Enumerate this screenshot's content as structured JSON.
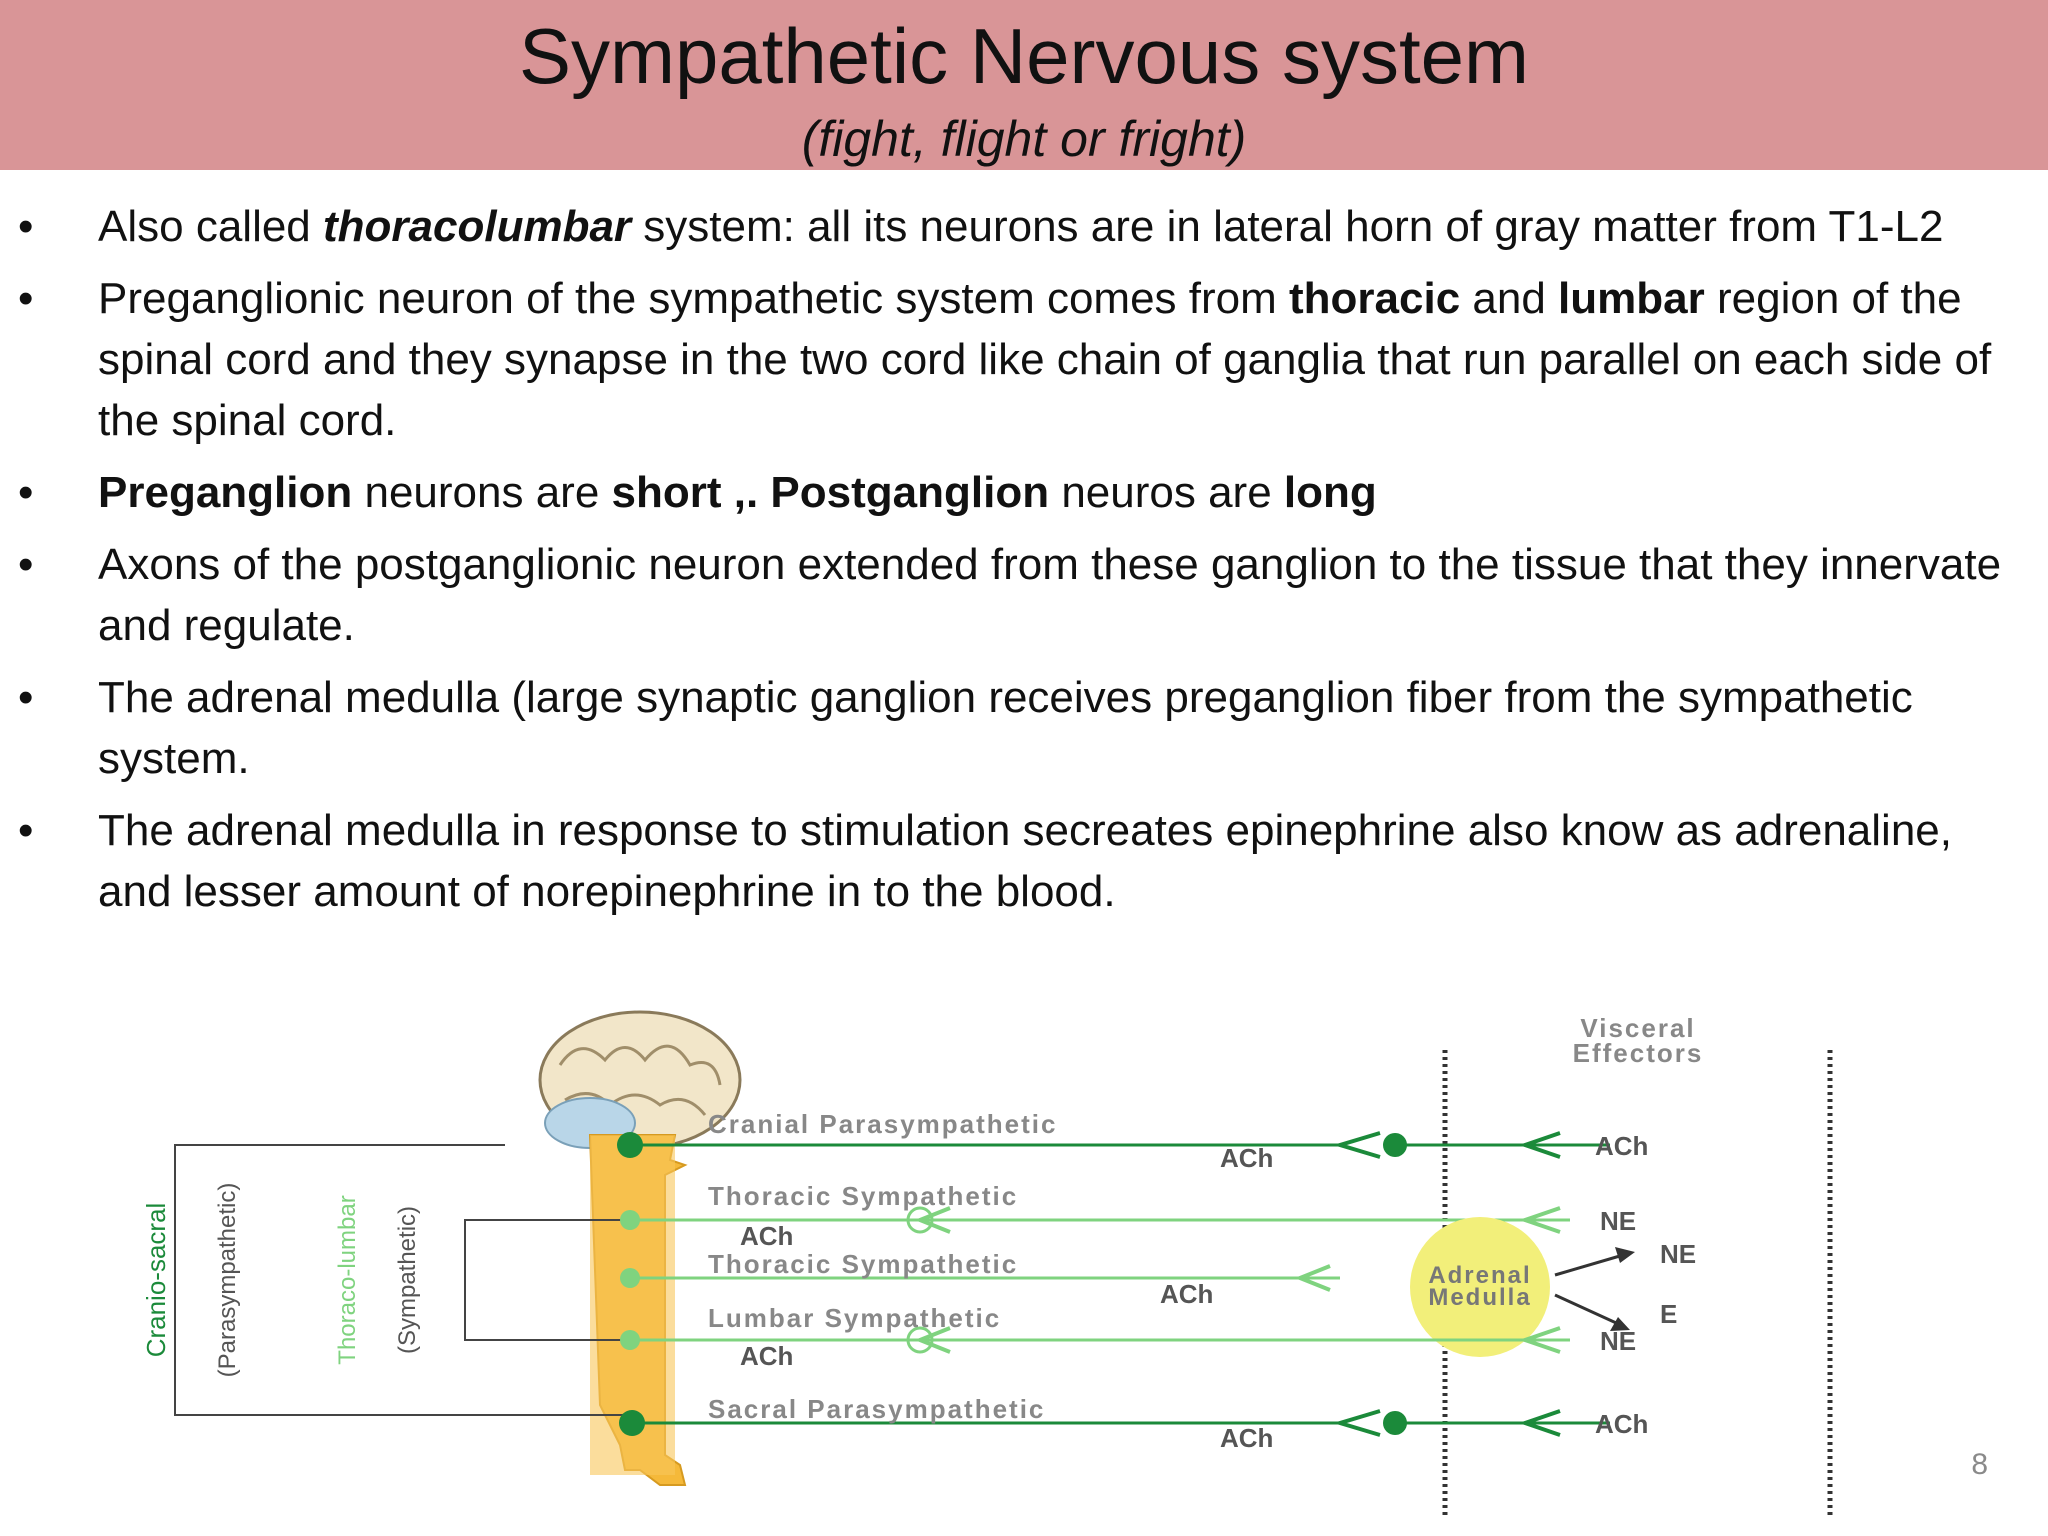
{
  "header": {
    "title": "Sympathetic Nervous system",
    "subtitle": "(fight, flight or fright)"
  },
  "bullets": [
    {
      "p1": " Also called ",
      "b1": "thoracolumbar",
      "p2": " system: all its neurons are in lateral horn of gray matter from T1-L2"
    },
    {
      "p1": "Preganglionic neuron of the sympathetic system comes from ",
      "b1": "thoracic",
      "p2": " and ",
      "b2": "lumbar",
      "p3": " region of the spinal cord and they synapse in the two cord like chain of ganglia that run parallel on each side of the spinal cord."
    },
    {
      "b1": "Preganglion",
      "p1": " neurons are ",
      "b2": "short ,. Postganglion",
      "p2": " neuros are ",
      "b3": "long"
    },
    {
      "p1": "Axons of the postganglionic neuron extended from these ganglion to the tissue that they innervate and regulate."
    },
    {
      "p1": "The adrenal medulla (large synaptic ganglion receives preganglion fiber from the sympathetic system."
    },
    {
      "p1": "The adrenal medulla in response to stimulation secreates epinephrine also know as adrenaline, and lesser amount of norepinephrine in to the blood."
    }
  ],
  "bullet_symbol": "•",
  "diagram": {
    "visceral": [
      "Visceral",
      "Effectors"
    ],
    "cranial": "Cranial Parasympathetic",
    "thoracic1": "Thoracic Sympathetic",
    "thoracic2": "Thoracic Sympathetic",
    "lumbar": "Lumbar  Sympathetic",
    "sacral": "Sacral Parasympathetic",
    "ach": "ACh",
    "ne": "NE",
    "e": "E",
    "adrenal": [
      "Adrenal",
      "Medulla"
    ],
    "cranio_sacral": "Cranio-sacral",
    "parasympathetic": "(Parasympathetic)",
    "thoraco_lumbar": "Thoraco-lumbar",
    "sympathetic": "(Sympathetic)",
    "colors": {
      "para": "#1b8a3a",
      "symp": "#7fd37f",
      "cord": "#f5b93a",
      "adrenal": "#f2ef7a"
    }
  },
  "page_number": "8"
}
